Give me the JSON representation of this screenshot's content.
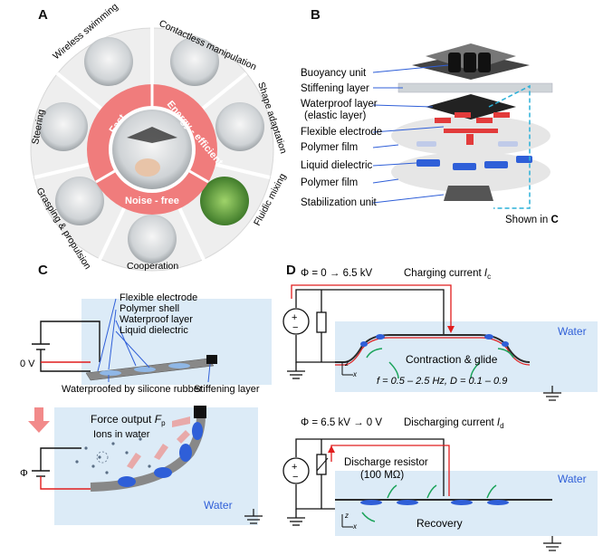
{
  "panels": {
    "a": "A",
    "b": "B",
    "c": "C",
    "d": "D"
  },
  "panel_a": {
    "center_labels": [
      "Fast",
      "Energy - efficient",
      "Noise - free"
    ],
    "outer_labels": [
      "Wireless swimming",
      "Contactless manipulation",
      "Shape adaptation",
      "Fluidic mixing",
      "Cooperation",
      "Grasping & propulsion",
      "Steering"
    ],
    "colors": {
      "ring": "#f07c7c",
      "center_inner": "#ffffff",
      "outer_ring": "#e9e9e9"
    }
  },
  "panel_b": {
    "labels": [
      "Buoyancy unit",
      "Stiffening layer",
      "Waterproof layer",
      "(elastic layer)",
      "Flexible electrode",
      "Polymer film",
      "Liquid dielectric",
      "Polymer film",
      "Stabilization unit"
    ],
    "shown_in_prefix": "Shown in ",
    "shown_in_ref": "C",
    "colors": {
      "electrode": "#e23b3b",
      "dielectric": "#2f5fd8",
      "dashed": "#2ab0d8"
    }
  },
  "panel_c": {
    "labels": [
      "Flexible electrode",
      "Polymer shell",
      "Waterproof layer",
      "Liquid dielectric",
      "Waterproofed by silicone rubber",
      "Stiffening layer"
    ],
    "voltage_label": "0 V",
    "phi_label": "Φ",
    "force_label": "Force output ",
    "force_symbol": "F",
    "force_sub": "p",
    "ions_label": "Ions in water",
    "water_label": "Water",
    "colors": {
      "water": "#dcebf7"
    }
  },
  "panel_d": {
    "top": {
      "phi": "Φ = 0 → 6.5 kV",
      "current": "Charging current ",
      "current_sym": "I",
      "current_sub": "c",
      "water": "Water",
      "action": "Contraction & glide",
      "params": "f = 0.5 – 2.5 Hz, D = 0.1 – 0.9",
      "axis_z": "z",
      "axis_x": "x"
    },
    "bottom": {
      "phi": "Φ = 6.5 kV → 0 V",
      "current": "Discharging current ",
      "current_sym": "I",
      "current_sub": "d",
      "resistor": "Discharge resistor",
      "resistor_value": "(100 MΩ)",
      "water": "Water",
      "action": "Recovery",
      "axis_z": "z",
      "axis_x": "x"
    },
    "colors": {
      "water": "#dcebf7",
      "wire_red": "#e11d1d",
      "arrow_green": "#1aa35a"
    }
  }
}
